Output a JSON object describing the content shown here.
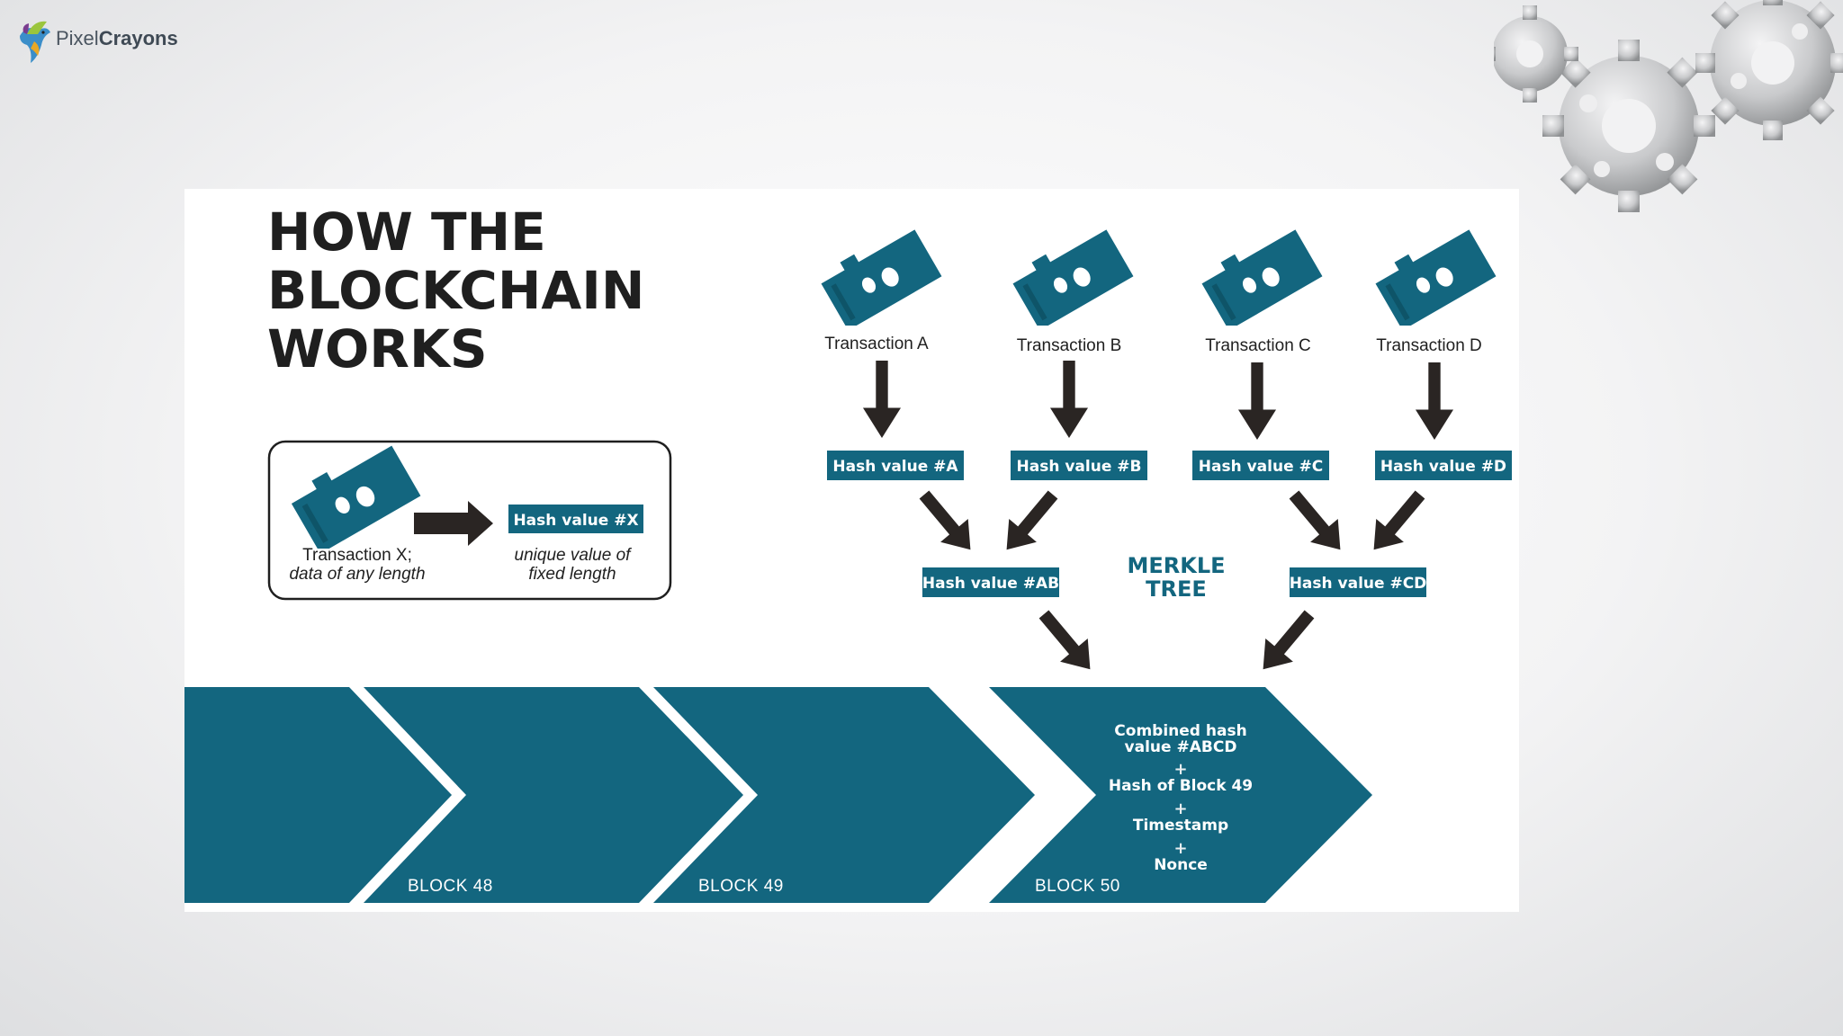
{
  "logo": {
    "text_plain": "Pixel",
    "text_bold": "Crayons"
  },
  "title": {
    "lines": [
      "HOW THE",
      "BLOCKCHAIN",
      "WORKS"
    ]
  },
  "legend": {
    "input_label": "Transaction X;",
    "input_sublabel": "data of any length",
    "output_box": "Hash value #X",
    "output_label": "unique value of",
    "output_sublabel": "fixed length"
  },
  "transactions": [
    "Transaction A",
    "Transaction B",
    "Transaction C",
    "Transaction D"
  ],
  "hashes": [
    "Hash value #A",
    "Hash value #B",
    "Hash value #C",
    "Hash value #D"
  ],
  "combined_hashes": [
    "Hash value #AB",
    "Hash value #CD"
  ],
  "merkle": {
    "line1": "MERKLE",
    "line2": "TREE"
  },
  "blocks": [
    "BLOCK 48",
    "BLOCK 49",
    "BLOCK 50"
  ],
  "block50_contents": {
    "line1": "Combined hash",
    "line2": "value #ABCD",
    "line3": "Hash of Block 49",
    "line4": "Timestamp",
    "line5": "Nonce",
    "plus": "+"
  },
  "colors": {
    "teal": "#13667f",
    "dark": "#2a2523",
    "text": "#1f1f1f"
  },
  "icons": [
    "ticket-icon",
    "down-arrow-icon",
    "right-arrow-icon",
    "gear-icon"
  ]
}
